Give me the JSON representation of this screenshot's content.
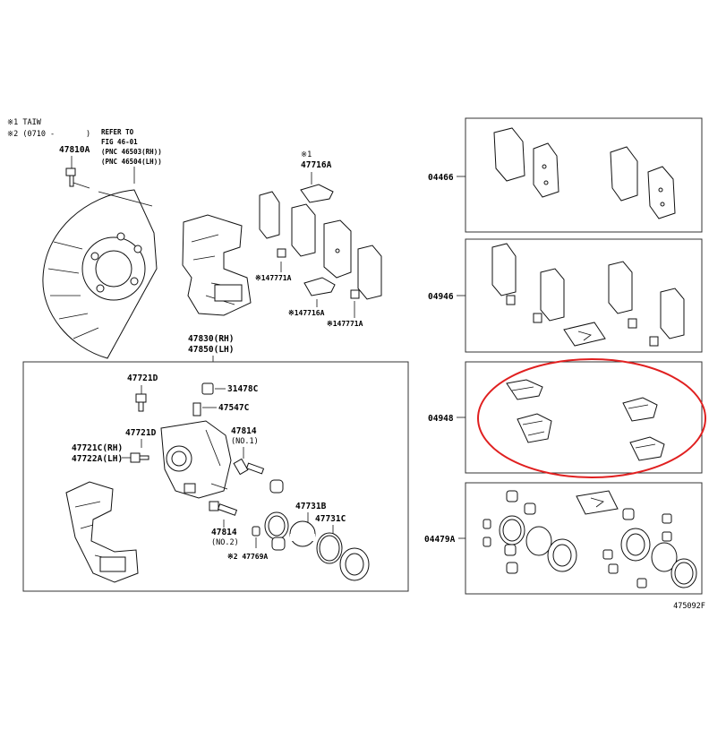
{
  "notes": {
    "note1": "※1 TAIW",
    "note2": "※2 (0710 -",
    "note2_close": ")"
  },
  "refer": {
    "line1": "REFER TO",
    "line2": "FIG 46-01",
    "line3": "(PNC 46503(RH))",
    "line4": "(PNC 46504(LH))"
  },
  "parts": {
    "p47810A": "47810A",
    "p47716A_mark": "※1",
    "p47716A": "47716A",
    "p47771A_left": "※147771A",
    "p47716A_bottom": "※147716A",
    "p47771A_right": "※147771A",
    "p47830": "47830(RH)",
    "p47850": "47850(LH)",
    "p47721D_top": "47721D",
    "p31478C": "31478C",
    "p47547C": "47547C",
    "p47721D_mid": "47721D",
    "p47814_no1": "47814",
    "p47814_no1_sub": "(NO.1)",
    "p47721C": "47721C(RH)",
    "p47722A": "47722A(LH)",
    "p47731B": "47731B",
    "p47731C": "47731C",
    "p47814_no2": "47814",
    "p47814_no2_sub": "(NO.2)",
    "p47769A": "※2 47769A"
  },
  "kits": [
    {
      "code": "04466"
    },
    {
      "code": "04946"
    },
    {
      "code": "04948"
    },
    {
      "code": "04479A"
    }
  ],
  "figure_id": "475092F",
  "colors": {
    "highlight": "#e02020",
    "line": "#111111",
    "box": "#333333"
  }
}
